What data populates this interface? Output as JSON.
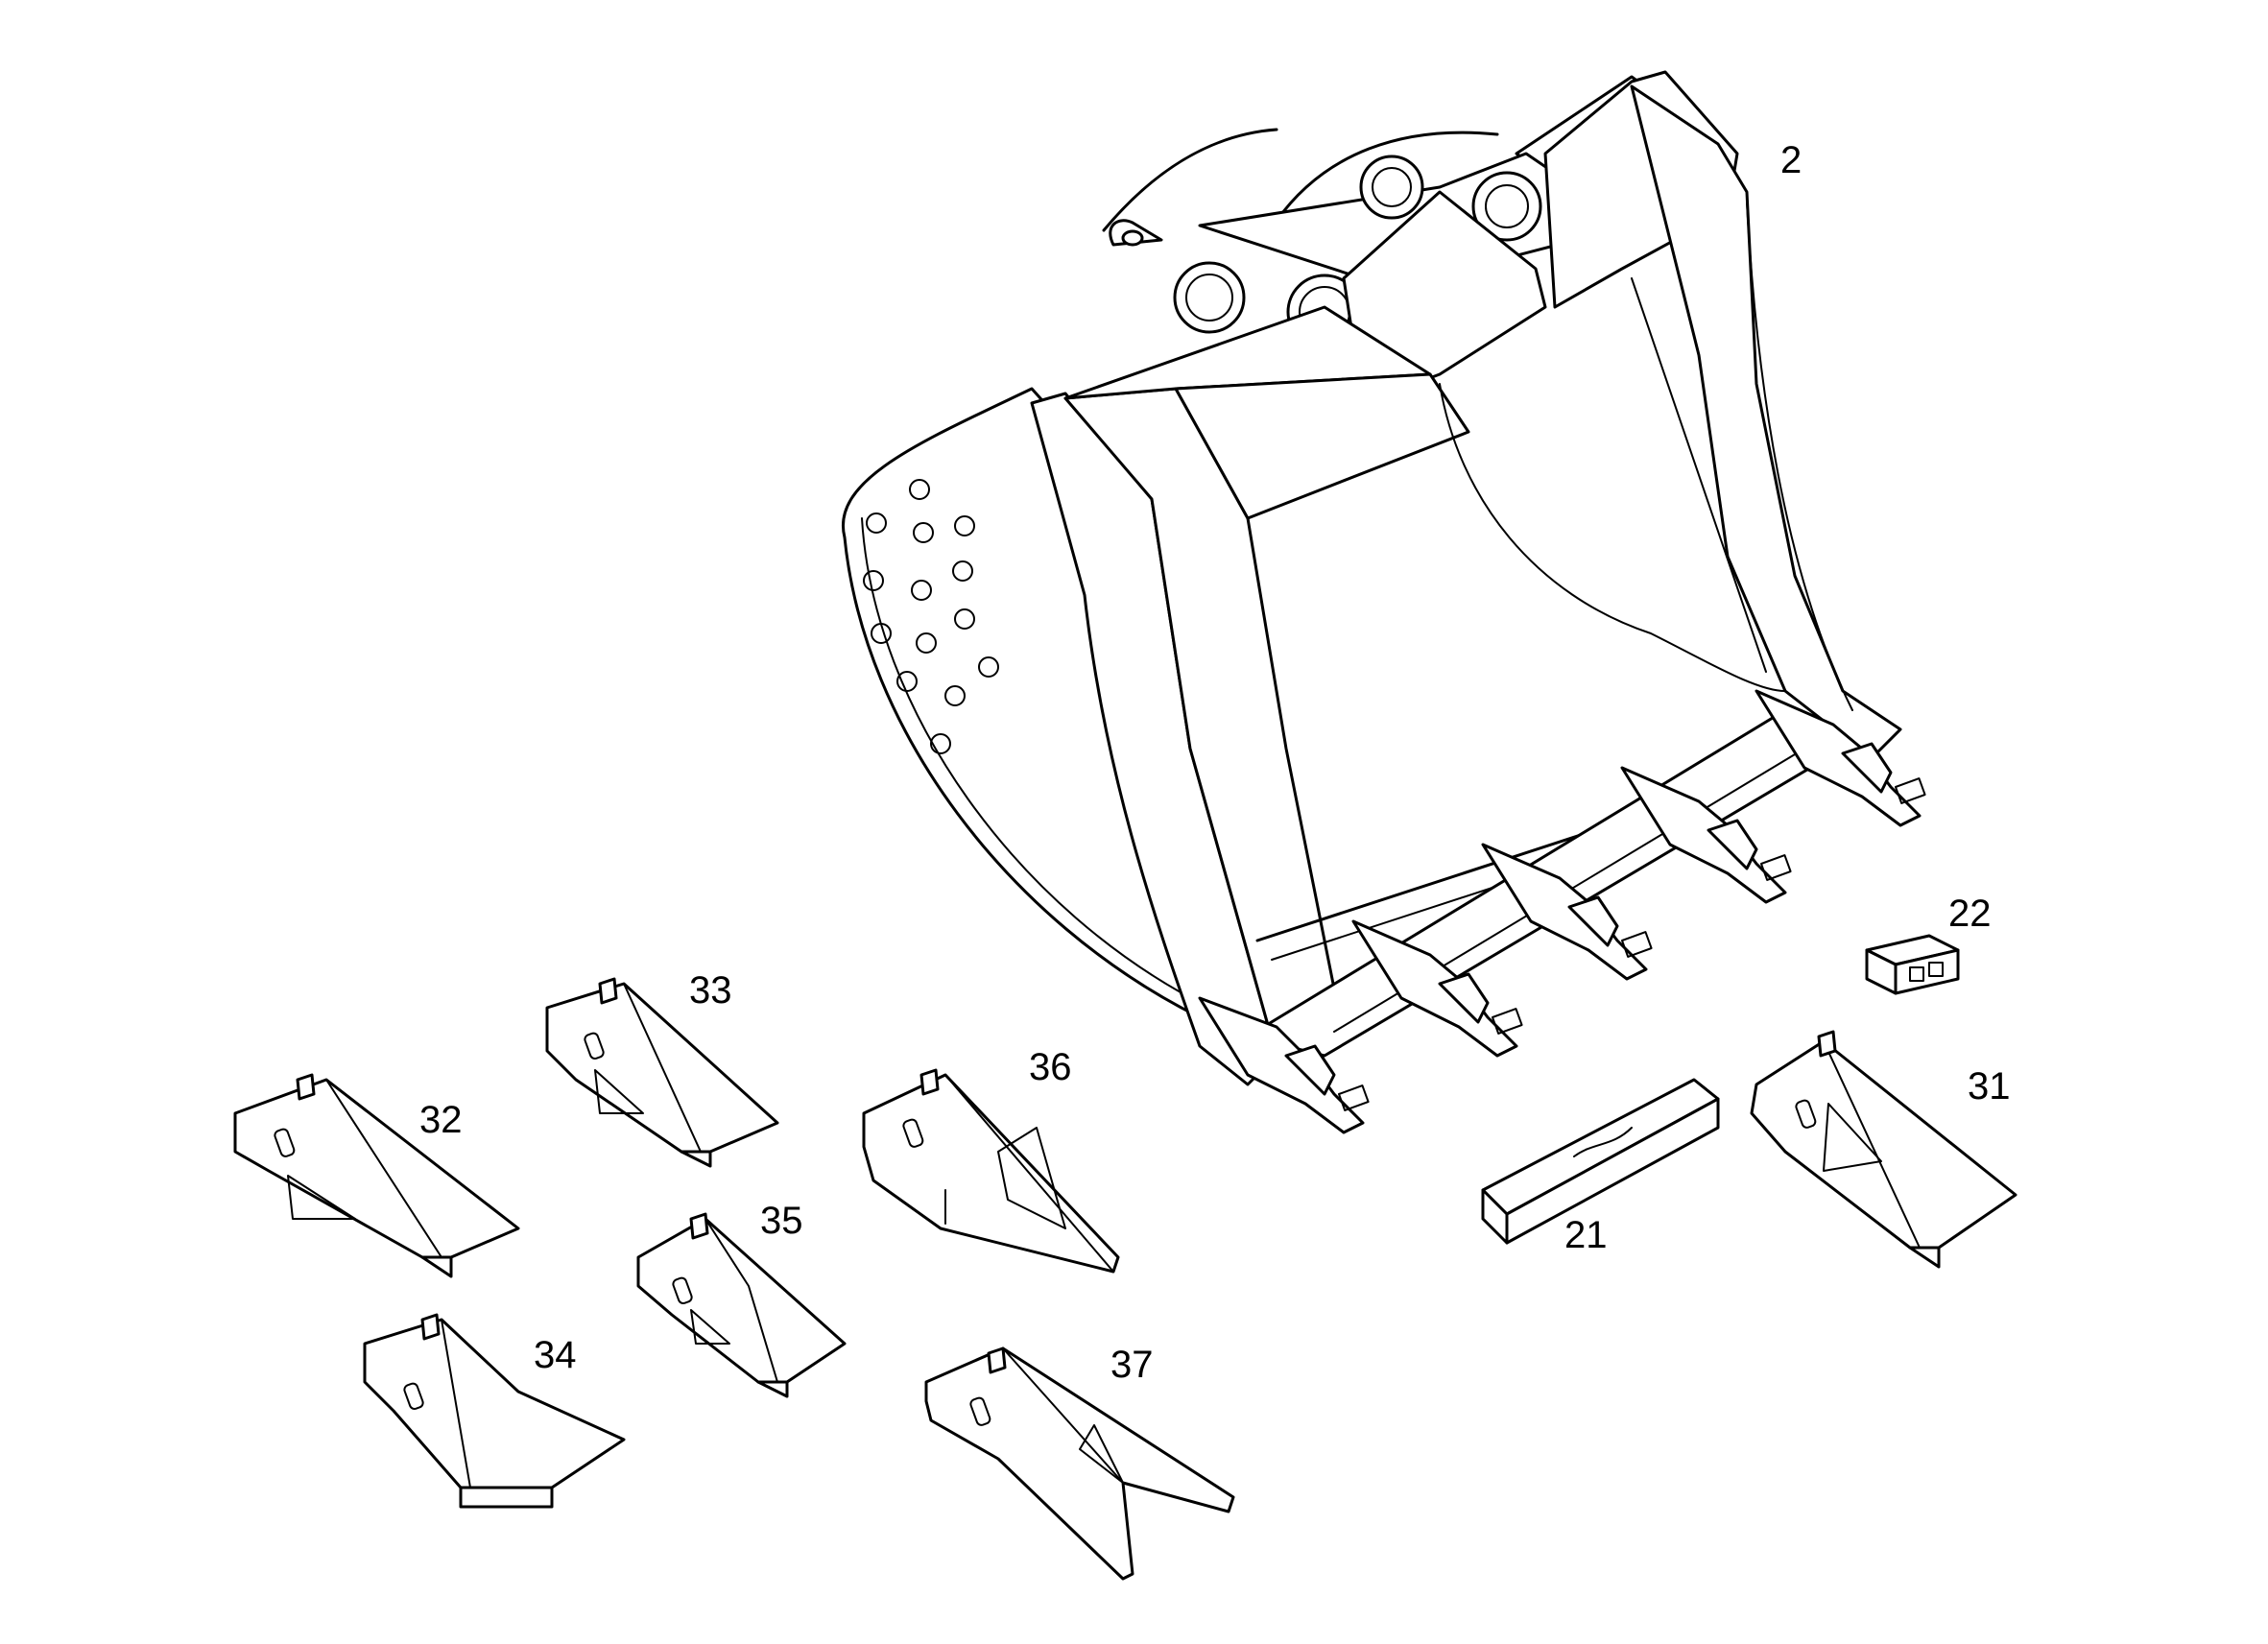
{
  "callouts": {
    "bucket": "2",
    "side_cutter": "21",
    "retainer": "22",
    "tooth_31": "31",
    "tooth_32": "32",
    "tooth_33": "33",
    "tooth_34": "34",
    "tooth_35": "35",
    "tooth_36": "36",
    "tooth_37": "37"
  }
}
